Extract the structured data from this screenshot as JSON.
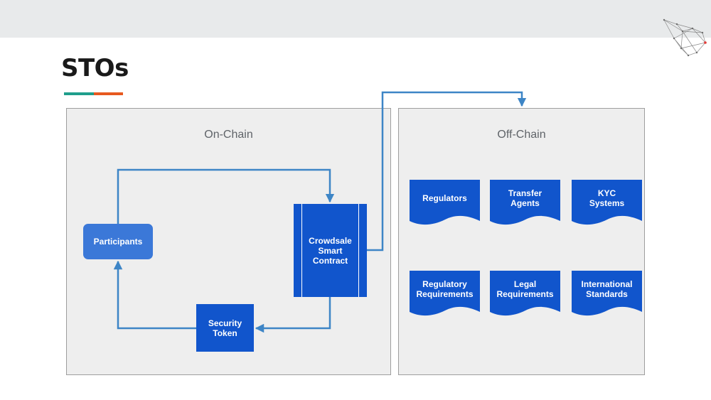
{
  "slide": {
    "title": "STOs",
    "accent_colors": [
      "#1f9e8c",
      "#e7591f"
    ]
  },
  "logo": {
    "icon": "polygon-network-logo-icon"
  },
  "diagram": {
    "panels": {
      "on_chain": "On-Chain",
      "off_chain": "Off-Chain"
    },
    "nodes": {
      "participants": "Participants",
      "crowdsale_contract": "Crowdsale\nSmart\nContract",
      "security_token": "Security\nToken"
    },
    "off_chain_items": [
      "Regulators",
      "Transfer\nAgents",
      "KYC\nSystems",
      "Regulatory\nRequirements",
      "Legal\nRequirements",
      "International\nStandards"
    ],
    "colors": {
      "node_fill": "#1155cc",
      "participants_fill": "#3b78d8",
      "arrow": "#3d85c6",
      "panel_fill": "#eeeeee"
    }
  }
}
